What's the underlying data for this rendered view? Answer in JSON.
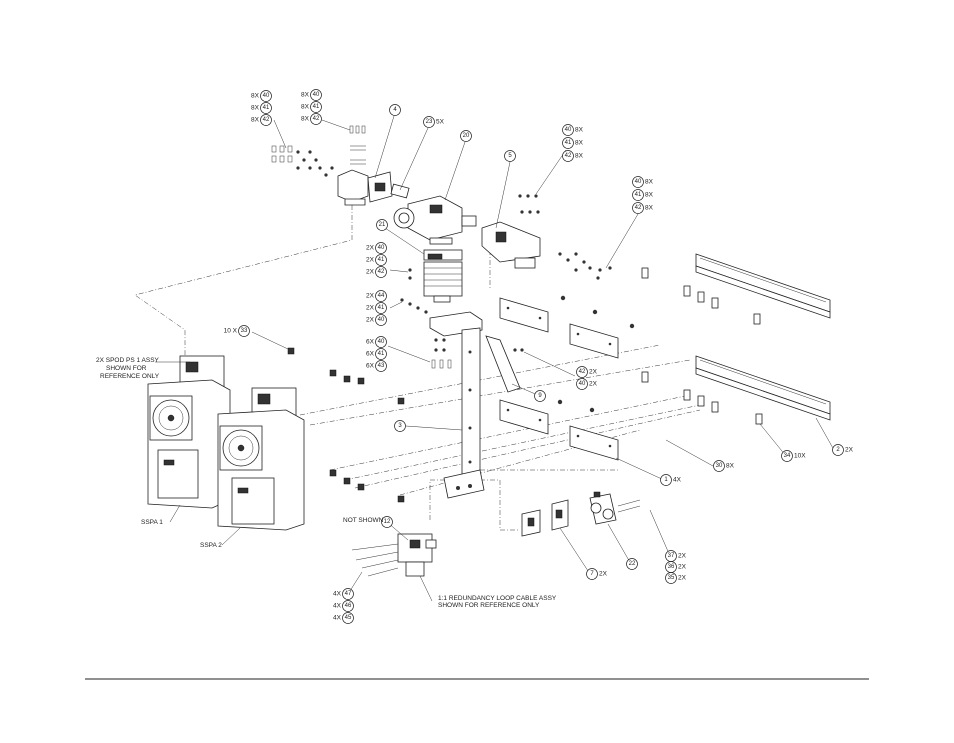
{
  "callouts": [
    {
      "id": "c40a",
      "num": "40",
      "qty": "8X"
    },
    {
      "id": "c41a",
      "num": "41",
      "qty": "8X"
    },
    {
      "id": "c42a",
      "num": "42",
      "qty": "8X"
    },
    {
      "id": "c40b",
      "num": "40",
      "qty": "8X"
    },
    {
      "id": "c41b",
      "num": "41",
      "qty": "8X"
    },
    {
      "id": "c42b",
      "num": "42",
      "qty": "8X"
    },
    {
      "id": "c4",
      "num": "4",
      "qty": ""
    },
    {
      "id": "c23",
      "num": "23",
      "qty": "5X"
    },
    {
      "id": "c20",
      "num": "20",
      "qty": ""
    },
    {
      "id": "c5",
      "num": "5",
      "qty": ""
    },
    {
      "id": "c40c",
      "num": "40",
      "qty": "8X"
    },
    {
      "id": "c41c",
      "num": "41",
      "qty": "8X"
    },
    {
      "id": "c42c",
      "num": "42",
      "qty": "8X"
    },
    {
      "id": "c40d",
      "num": "40",
      "qty": "8X"
    },
    {
      "id": "c41d",
      "num": "41",
      "qty": "8X"
    },
    {
      "id": "c42d",
      "num": "42",
      "qty": "8X"
    },
    {
      "id": "c21",
      "num": "21",
      "qty": ""
    },
    {
      "id": "c40e",
      "num": "40",
      "qty": "2X"
    },
    {
      "id": "c41e",
      "num": "41",
      "qty": "2X"
    },
    {
      "id": "c42e",
      "num": "42",
      "qty": "2X"
    },
    {
      "id": "c44",
      "num": "44",
      "qty": "2X"
    },
    {
      "id": "c41f",
      "num": "41",
      "qty": "2X"
    },
    {
      "id": "c40f",
      "num": "40",
      "qty": "2X"
    },
    {
      "id": "c33",
      "num": "33",
      "qty": "10 X"
    },
    {
      "id": "c40g",
      "num": "40",
      "qty": "6X"
    },
    {
      "id": "c41g",
      "num": "41",
      "qty": "6X"
    },
    {
      "id": "c43",
      "num": "43",
      "qty": "6X"
    },
    {
      "id": "c42f",
      "num": "42",
      "qty": "2X"
    },
    {
      "id": "c40h",
      "num": "40",
      "qty": "2X"
    },
    {
      "id": "c9",
      "num": "9",
      "qty": ""
    },
    {
      "id": "c3",
      "num": "3",
      "qty": ""
    },
    {
      "id": "c1",
      "num": "1",
      "qty": "4X"
    },
    {
      "id": "c30",
      "num": "30",
      "qty": "8X"
    },
    {
      "id": "c34",
      "num": "34",
      "qty": "10X"
    },
    {
      "id": "c2",
      "num": "2",
      "qty": "2X"
    },
    {
      "id": "c12",
      "num": "12",
      "qty": ""
    },
    {
      "id": "c7",
      "num": "7",
      "qty": "2X"
    },
    {
      "id": "c22",
      "num": "22",
      "qty": ""
    },
    {
      "id": "c37",
      "num": "37",
      "qty": "2X"
    },
    {
      "id": "c36",
      "num": "36",
      "qty": "2X"
    },
    {
      "id": "c35",
      "num": "35",
      "qty": "2X"
    },
    {
      "id": "c47",
      "num": "47",
      "qty": "4X"
    },
    {
      "id": "c46",
      "num": "46",
      "qty": "4X"
    },
    {
      "id": "c45",
      "num": "45",
      "qty": "4X"
    }
  ],
  "notes": {
    "spod_line1": "2X SPOD PS 1 ASSY",
    "spod_line2": "SHOWN FOR",
    "spod_line3": "REFERENCE ONLY",
    "sspa1": "SSPA 1",
    "sspa2": "SSPA 2",
    "not_shown": "NOT SHOWN",
    "loop_line1": "1:1 REDUNDANCY LOOP CABLE ASSY",
    "loop_line2": "SHOWN FOR REFERENCE ONLY"
  }
}
